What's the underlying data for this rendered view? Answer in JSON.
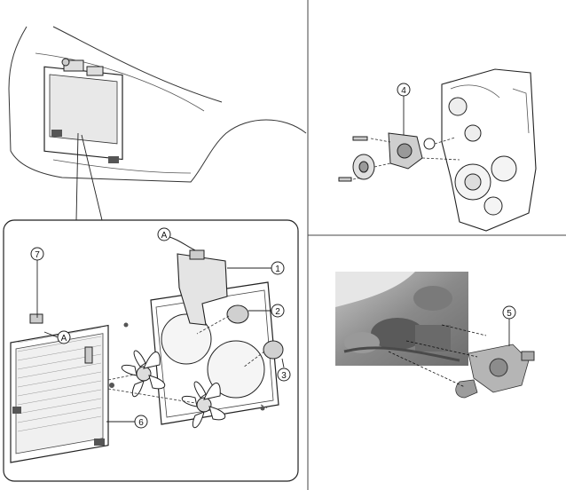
{
  "callouts": {
    "radiator_cap_refs": [
      "A",
      "A"
    ],
    "items": [
      {
        "id": "c1",
        "label": "1"
      },
      {
        "id": "c2",
        "label": "2"
      },
      {
        "id": "c3",
        "label": "3"
      },
      {
        "id": "c4",
        "label": "4"
      },
      {
        "id": "c5",
        "label": "5"
      },
      {
        "id": "c6",
        "label": "6"
      },
      {
        "id": "c7",
        "label": "7"
      }
    ]
  },
  "colors": {
    "line": "#222222",
    "panel_divider": "#444444",
    "photo_dark": "#6d6d6d",
    "photo_light": "#c8c8c8",
    "part_gray": "#a9a9a9"
  },
  "icons": [
    "radiator-icon",
    "fan-icon",
    "pump-icon",
    "engine-icon"
  ]
}
